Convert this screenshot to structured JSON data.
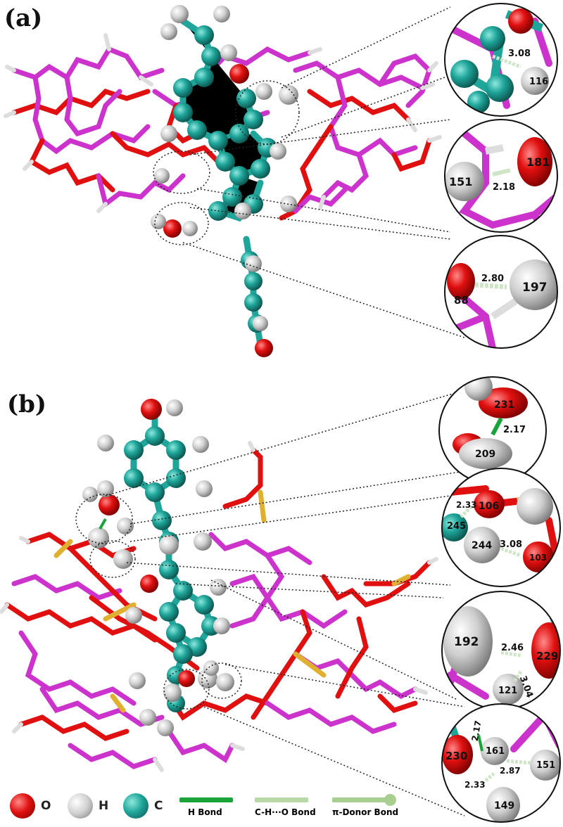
{
  "panels": [
    {
      "label": "(a)"
    },
    {
      "label": "(b)"
    }
  ],
  "zoom_a": [
    {
      "atoms": [
        "",
        "116"
      ],
      "distances": [
        "3.08"
      ]
    },
    {
      "atoms": [
        "181",
        "151"
      ],
      "distances": [
        "2.18"
      ]
    },
    {
      "atoms": [
        "88",
        "197"
      ],
      "distances": [
        "2.80"
      ]
    }
  ],
  "zoom_b": [
    {
      "atoms": [
        "231",
        "209"
      ],
      "distances": [
        "2.17"
      ]
    },
    {
      "atoms": [
        "106",
        "245",
        "244",
        "103"
      ],
      "distances": [
        "2.33",
        "3.08"
      ]
    },
    {
      "atoms": [
        "192",
        "229",
        "121"
      ],
      "distances": [
        "2.46",
        "3.04"
      ]
    },
    {
      "atoms": [
        "230",
        "161",
        "151",
        "149"
      ],
      "distances": [
        "2.17",
        "2.87",
        "2.33"
      ]
    }
  ],
  "legend": {
    "atoms": [
      {
        "symbol": "O",
        "color": "#e01010"
      },
      {
        "symbol": "H",
        "color": "#c8c8c8"
      },
      {
        "symbol": "C",
        "color": "#1fa59a"
      }
    ],
    "bonds": [
      {
        "label": "H Bond",
        "color": "#1aa33a"
      },
      {
        "label": "C-H···O Bond",
        "color": "#b8d8a8"
      },
      {
        "label": "π-Donor Bond",
        "color": "#a8cf90"
      }
    ]
  },
  "colors": {
    "oxygen": "#e01010",
    "hydrogen": "#cfcfcf",
    "carbon": "#1fa59a",
    "host_carbon": "#cc33cc",
    "sulfur": "#e0b030"
  }
}
